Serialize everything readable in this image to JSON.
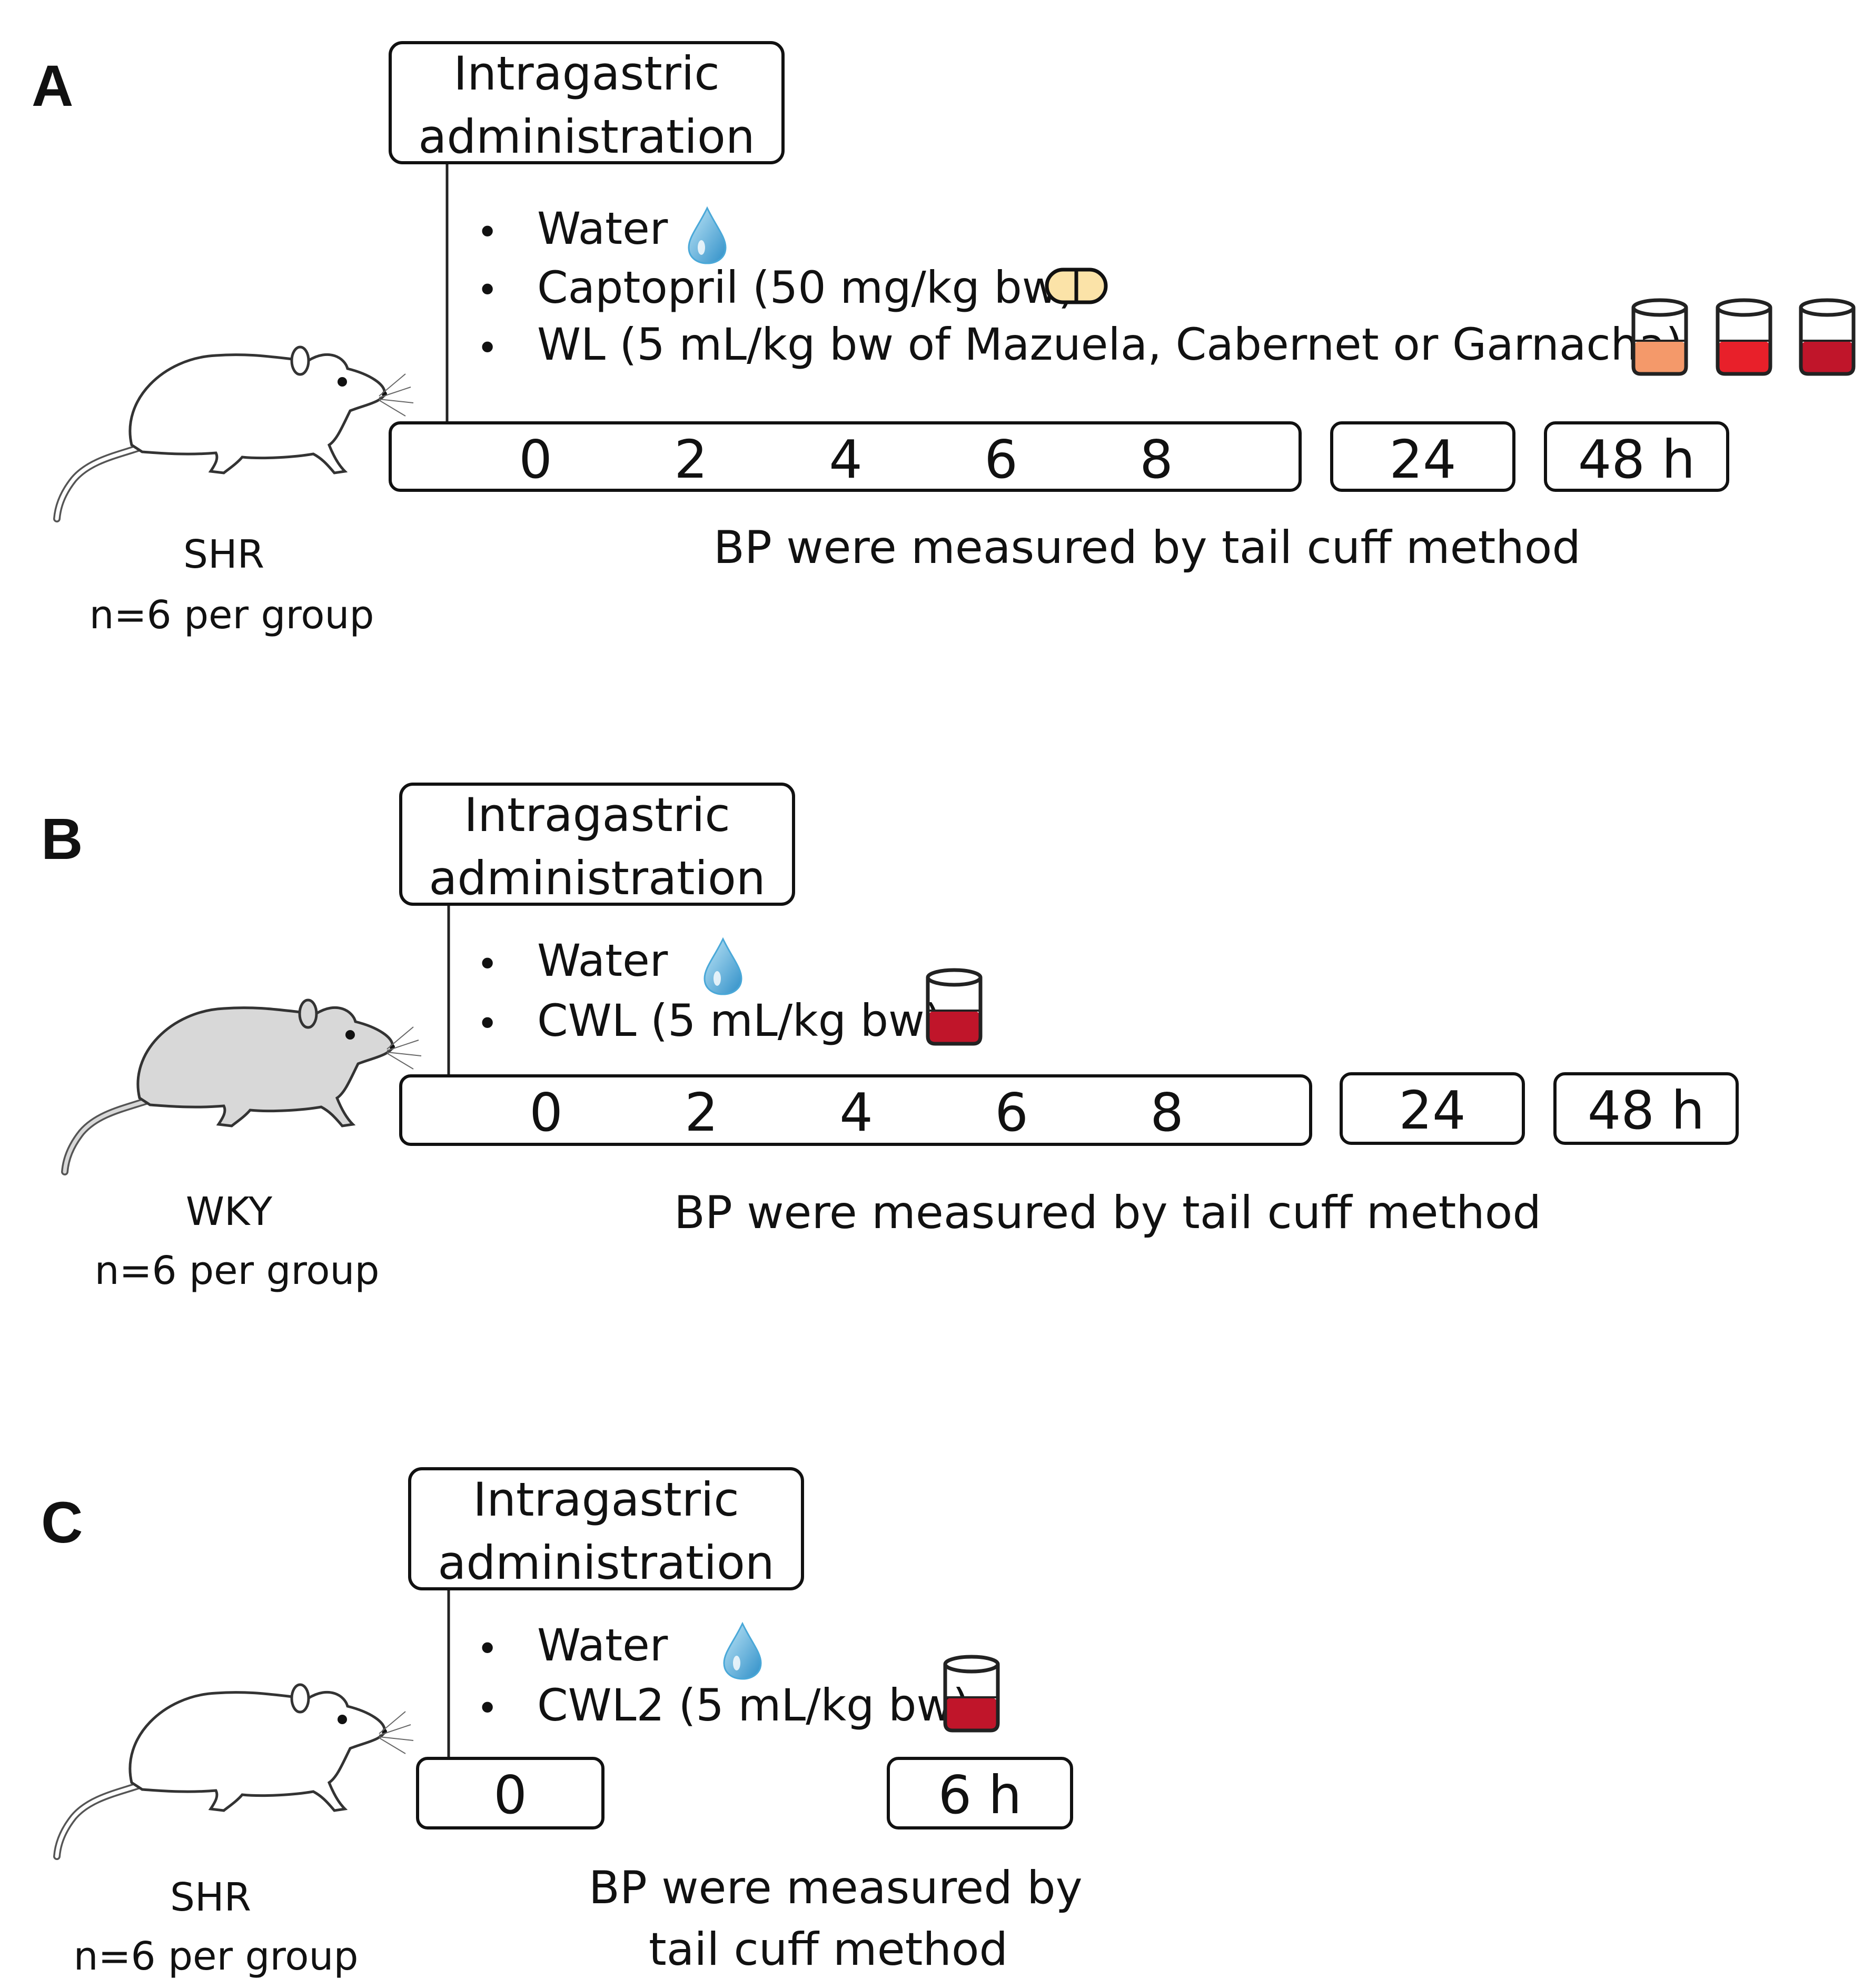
{
  "panels": [
    {
      "letter": "A",
      "box_label_line1": "Intragastric",
      "box_label_line2": "administration",
      "items": [
        "Water",
        "Captopril (50 mg/kg bw)",
        "WL (5 mL/kg bw of Mazuela, Cabernet or Garnacha)"
      ],
      "timeline_ticks": [
        "0",
        "2",
        "4",
        "6",
        "8"
      ],
      "extra_times": [
        "24",
        "48 h"
      ],
      "caption": "BP were measured by tail cuff method",
      "animal": "SHR",
      "group_size": "n=6 per group",
      "icons": {
        "water": "water-drop-icon",
        "captopril": "capsule-icon",
        "wl": "wine-glass-icon"
      },
      "wine_colors": [
        "#f4996a",
        "#e8202a",
        "#c0152a"
      ]
    },
    {
      "letter": "B",
      "box_label_line1": "Intragastric",
      "box_label_line2": "administration",
      "items": [
        "Water",
        "CWL (5 mL/kg bw)"
      ],
      "timeline_ticks": [
        "0",
        "2",
        "4",
        "6",
        "8"
      ],
      "extra_times": [
        "24",
        "48 h"
      ],
      "caption": "BP were measured by tail cuff method",
      "animal": "WKY",
      "group_size": "n=6 per group",
      "icons": {
        "water": "water-drop-icon",
        "cwl": "wine-glass-icon"
      },
      "wine_colors": [
        "#c0152a"
      ]
    },
    {
      "letter": "C",
      "box_label_line1": "Intragastric",
      "box_label_line2": "administration",
      "items": [
        "Water",
        "CWL2 (5 mL/kg bw)"
      ],
      "timeline_ticks": [
        "0"
      ],
      "extra_times": [
        "6 h"
      ],
      "caption_line1": "BP were measured by",
      "caption_line2": "tail cuff method",
      "animal": "SHR",
      "group_size": "n=6 per group",
      "icons": {
        "water": "water-drop-icon",
        "cwl2": "wine-glass-icon"
      },
      "wine_colors": [
        "#c0152a"
      ]
    }
  ],
  "colors": {
    "capsule_fill": "#fbe3a8",
    "water_drop": "#4aa8d8",
    "rat_white": "#ffffff",
    "rat_grey": "#d8d8d8"
  }
}
